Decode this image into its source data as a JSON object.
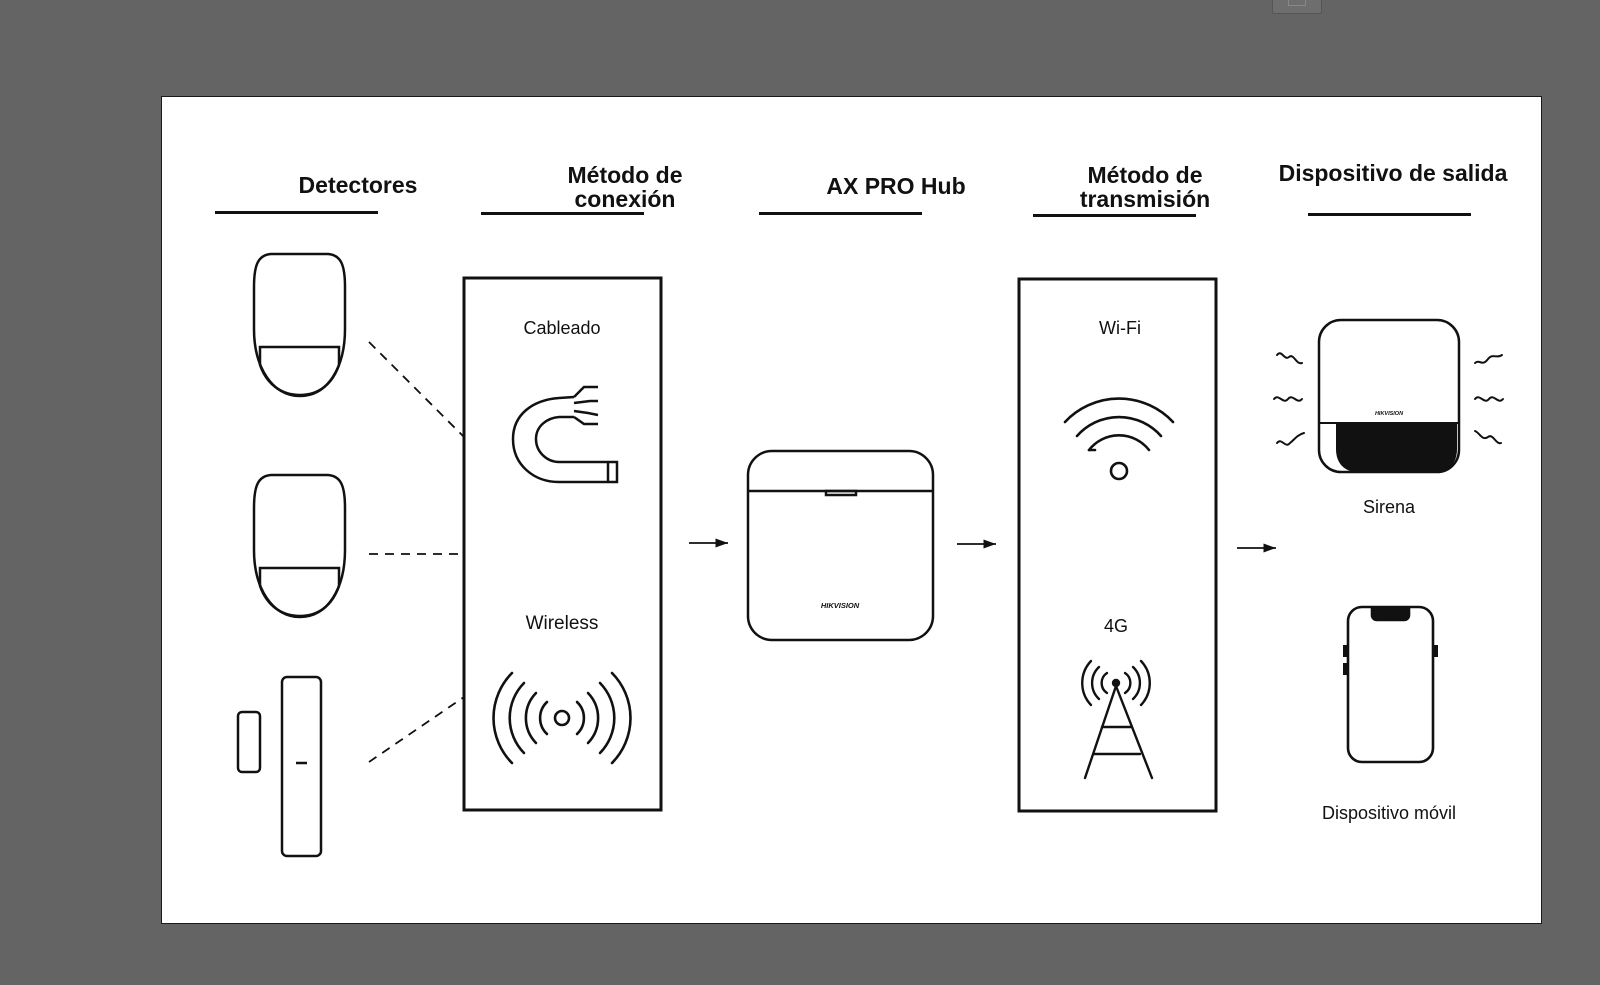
{
  "columns": {
    "detectors": {
      "title": "Detectores"
    },
    "connection": {
      "title": "Método de conexión",
      "wired": "Cableado",
      "wireless": "Wireless"
    },
    "hub": {
      "title": "AX PRO Hub",
      "brand": "HIKVISION"
    },
    "transmission": {
      "title": "Método de transmisión",
      "wifi": "Wi-Fi",
      "cellular": "4G"
    },
    "output": {
      "title": "Dispositivo de salida",
      "siren": "Sirena",
      "siren_brand": "HIKVISION",
      "mobile": "Dispositivo móvil"
    }
  },
  "colors": {
    "line": "#111111",
    "background": "#ffffff",
    "backdrop": "#646464"
  }
}
